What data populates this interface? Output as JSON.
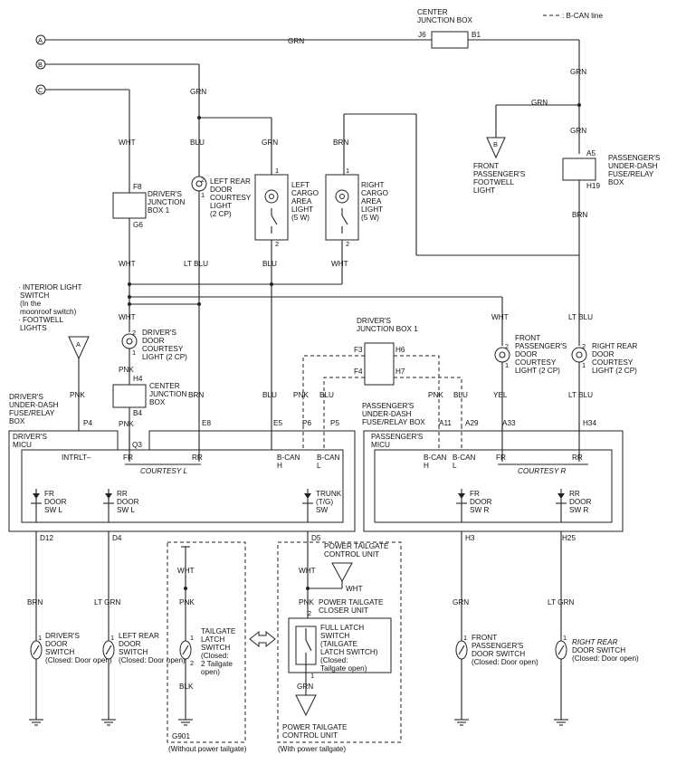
{
  "legend": {
    "bcan": ": B-CAN line"
  },
  "connectors": {
    "a": "A",
    "b": "B",
    "c": "C"
  },
  "boxes": {
    "center_jb_top_1": "CENTER",
    "center_jb_top_2": "JUNCTION BOX",
    "pass_ud_1": "PASSENGER'S",
    "pass_ud_2": "UNDER-DASH",
    "pass_ud_3": "FUSE/RELAY",
    "pass_ud_4": "BOX",
    "djb_top_1": "DRIVER'S",
    "djb_top_2": "JUNCTION",
    "djb_top_3": "BOX 1",
    "djb_mid_1": "DRIVER'S",
    "djb_mid_2": "JUNCTION BOX 1",
    "cjb_mid_1": "CENTER",
    "cjb_mid_2": "JUNCTION",
    "cjb_mid_3": "BOX",
    "drv_ud_1": "DRIVER'S",
    "drv_ud_2": "UNDER-DASH",
    "drv_ud_3": "FUSE/RELAY",
    "drv_ud_4": "BOX",
    "pass_ud2_1": "PASSENGER'S",
    "pass_ud2_2": "UNDER-DASH",
    "pass_ud2_3": "FUSE/RELAY BOX",
    "dmicu_1": "DRIVER'S",
    "dmicu_2": "MICU",
    "pmicu_1": "PASSENGER'S",
    "pmicu_2": "MICU"
  },
  "pins": {
    "j6": "J6",
    "b1": "B1",
    "a5": "A5",
    "h19": "H19",
    "f8": "F8",
    "g6": "G6",
    "h4": "H4",
    "b4": "B4",
    "f3": "F3",
    "h6": "H6",
    "f4": "F4",
    "h7": "H7",
    "p4": "P4",
    "e8": "E8",
    "e5": "E5",
    "p6": "P6",
    "p5": "P5",
    "q3": "Q3",
    "a11": "A11",
    "a29": "A29",
    "a33": "A33",
    "h34": "H34",
    "d12": "D12",
    "d4": "D4",
    "d5": "D5",
    "h3": "H3",
    "h25": "H25",
    "p1": "1",
    "p2": "2"
  },
  "labels": {
    "grn_top": "GRN",
    "grn_r1": "GRN",
    "grn_r2": "GRN",
    "grn_r3": "GRN",
    "fp_footwell_1": "FRONT",
    "fp_footwell_2": "PASSENGER'S",
    "fp_footwell_3": "FOOTWELL",
    "fp_footwell_4": "LIGHT",
    "brn_r": "BRN",
    "grn_b": "GRN",
    "grn_lc": "GRN",
    "blu_b": "BLU",
    "lr_light_1": "LEFT REAR",
    "lr_light_2": "DOOR",
    "lr_light_3": "COURTESY",
    "lr_light_4": "LIGHT",
    "lr_light_5": "(2 CP)",
    "ltblu": "LT BLU",
    "brn_mid": "BRN",
    "lc_1": "LEFT",
    "lc_2": "CARGO",
    "lc_3": "AREA",
    "lc_4": "LIGHT",
    "lc_5": "(5 W)",
    "blu_lc": "BLU",
    "blu_lc2": "BLU",
    "brn_rc": "BRN",
    "rc_1": "RIGHT",
    "rc_2": "CARGO",
    "rc_3": "AREA",
    "rc_4": "LIGHT",
    "rc_5": "(5 W)",
    "wht_rc": "WHT",
    "wht_c1": "WHT",
    "wht_c2": "WHT",
    "wht_c3": "WHT",
    "interior_1": "· INTERIOR LIGHT",
    "interior_2": "SWITCH",
    "interior_3": "(In the",
    "interior_4": "moonroof switch)",
    "interior_5": "· FOOTWELL",
    "interior_6": "LIGHTS",
    "pnk_a": "PNK",
    "dd_light_1": "DRIVER'S",
    "dd_light_2": "DOOR",
    "dd_light_3": "COURTESY",
    "dd_light_4": "LIGHT (2 CP)",
    "pnk_c": "PNK",
    "pnk_c2": "PNK",
    "pnk_j1": "PNK",
    "blu_j1": "BLU",
    "pnk_j2": "PNK",
    "blu_j2": "BLU",
    "wht_fp": "WHT",
    "fp_light_1": "FRONT",
    "fp_light_2": "PASSENGER'S",
    "fp_light_3": "DOOR",
    "fp_light_4": "COURTESY",
    "fp_light_5": "LIGHT (2 CP)",
    "yel": "YEL",
    "ltblu_r": "LT BLU",
    "ltblu_r2": "LT BLU",
    "rr_light_1": "RIGHT REAR",
    "rr_light_2": "DOOR",
    "rr_light_3": "COURTESY",
    "rr_light_4": "LIGHT (2 CP)",
    "brn_d": "BRN",
    "dds_1": "DRIVER'S",
    "dds_2": "DOOR",
    "dds_3": "SWITCH",
    "dds_4": "(Closed: Door open)",
    "ltgrn": "LT GRN",
    "lrs_1": "LEFT REAR",
    "lrs_2": "DOOR",
    "lrs_3": "SWITCH",
    "lrs_4": "(Closed: Door open)",
    "wht_t": "WHT",
    "pnk_t": "PNK",
    "tls_1": "TAILGATE",
    "tls_2": "LATCH",
    "tls_3": "SWITCH",
    "tls_4": "(Closed:",
    "tls_5": "2 Tailgate",
    "tls_6": "open)",
    "blk": "BLK",
    "g901": "G901",
    "without_tailgate": "(Without power tailgate)",
    "ptcu_top_1": "POWER TAILGATE",
    "ptcu_top_2": "CONTROL UNIT",
    "wht_p": "WHT",
    "wht_p2": "WHT",
    "pnk_p": "PNK",
    "ptcl_1": "POWER TAILGATE",
    "ptcl_2": "CLOSER UNIT",
    "fls_1": "FULL LATCH",
    "fls_2": "SWITCH",
    "fls_3": "(TAILGATE",
    "fls_4": "LATCH SWITCH)",
    "fls_5": "(Closed:",
    "fls_6": "Tailgate open)",
    "grn_p": "GRN",
    "ptcu_bot_1": "POWER TAILGATE",
    "ptcu_bot_2": "CONTROL UNIT",
    "with_tailgate": "(With power tailgate)",
    "grn_fp": "GRN",
    "fps_1": "FRONT",
    "fps_2": "PASSENGER'S",
    "fps_3": "DOOR SWITCH",
    "fps_4": "(Closed: Door open)",
    "ltgrn_r": "LT GRN",
    "rrs_1": "RIGHT REAR",
    "rrs_2": "DOOR SWITCH",
    "rrs_3": "(Closed: Door open)"
  },
  "micu_drv": {
    "intrlt": "INTRLT–",
    "fr": "FR",
    "rr": "RR",
    "courtesy": "COURTESY L",
    "bcanh_1": "B-CAN",
    "bcanh_2": "H",
    "bcanl_1": "B-CAN",
    "bcanl_2": "L",
    "fr_door_1": "FR",
    "fr_door_2": "DOOR",
    "fr_door_3": "SW L",
    "rr_door_1": "RR",
    "rr_door_2": "DOOR",
    "rr_door_3": "SW L",
    "trunk_1": "TRUNK",
    "trunk_2": "(T/G)",
    "trunk_3": "SW"
  },
  "micu_pass": {
    "bcanh_1": "B-CAN",
    "bcanh_2": "H",
    "bcanl_1": "B-CAN",
    "bcanl_2": "L",
    "fr": "FR",
    "rr": "RR",
    "courtesy": "COURTESY R",
    "fr_door_1": "FR",
    "fr_door_2": "DOOR",
    "fr_door_3": "SW R",
    "rr_door_1": "RR",
    "rr_door_2": "DOOR",
    "rr_door_3": "SW R"
  }
}
